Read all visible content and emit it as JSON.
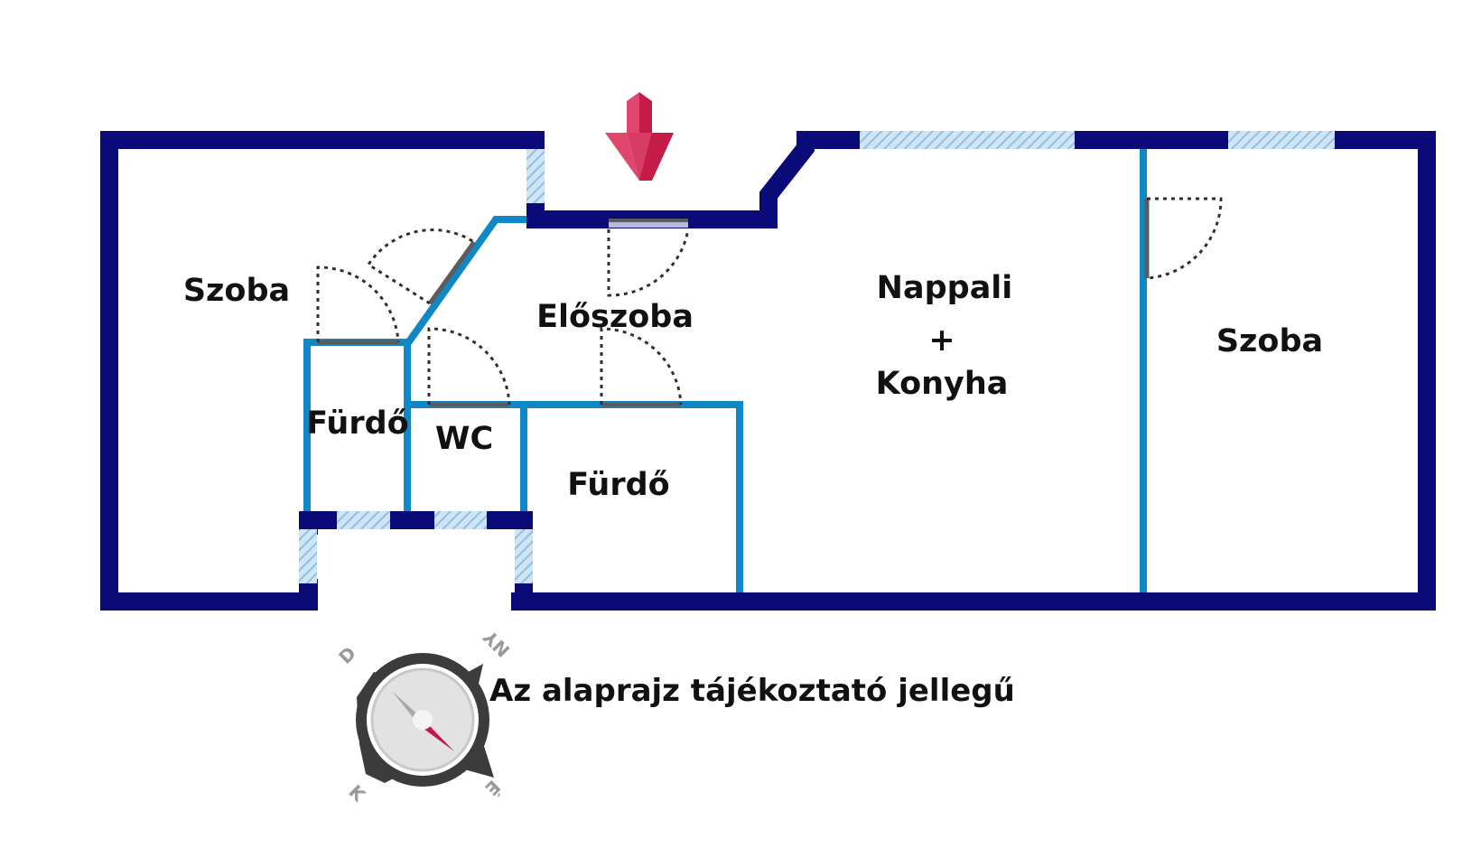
{
  "colors": {
    "exterior_wall": "#0a0a78",
    "interior_wall": "#1188c6",
    "window_hatch": "#8fc0e2",
    "door_arc": "#3a2a2a",
    "door_leaf": "#5c5c5c",
    "entrance_arrow": "#d63c64",
    "compass_ring": "#3c3c3c",
    "compass_needle_north": "#c8154c",
    "compass_needle_south": "#8a8a8a"
  },
  "rooms": [
    {
      "name": "Szoba"
    },
    {
      "name": "Előszoba"
    },
    {
      "name": "Nappali"
    },
    {
      "name": "+"
    },
    {
      "name": "Konyha"
    },
    {
      "name": "Szoba"
    },
    {
      "name": "Fürdő"
    },
    {
      "name": "WC"
    },
    {
      "name": "Fürdő"
    }
  ],
  "note": "Az alaprajz tájékoztató jellegű",
  "compass": {
    "letters": [
      "D",
      "NY",
      "É",
      "K"
    ]
  },
  "icons": {
    "entrance": "entrance-arrow-icon",
    "compass": "compass-icon"
  }
}
